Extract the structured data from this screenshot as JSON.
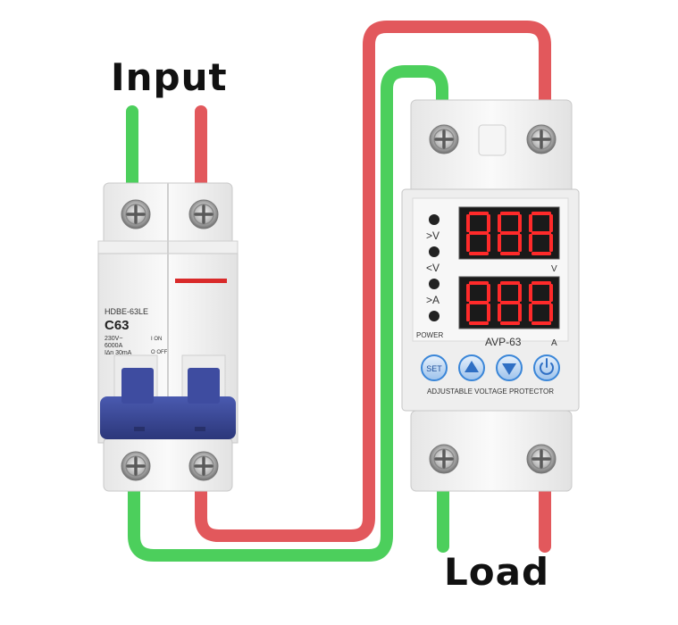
{
  "labels": {
    "input": "Input",
    "load": "Load"
  },
  "breaker": {
    "model": "HDBE-63LE",
    "rating": "C63",
    "spec_line1": "230V~",
    "spec_line2": "6000A",
    "spec_line3": "I∆n 30mA",
    "on_label": "I ON",
    "off_label": "O OFF"
  },
  "protector": {
    "indicators": [
      "",
      ">V",
      "<V",
      ">A",
      ""
    ],
    "power_label": "POWER",
    "display_top": "888",
    "display_bottom": "888",
    "unit_top": "V",
    "unit_bottom": "A",
    "model": "AVP-63",
    "set_button": "SET",
    "footer": "ADJUSTABLE VOLTAGE PROTECTOR"
  },
  "colors": {
    "wire_live": "#e2585c",
    "wire_neutral": "#4ccf5c",
    "handle": "#3c4a9a",
    "led": "#ff2a2a",
    "button": "#3a86d8"
  },
  "icons": {
    "up": "triangle-up-icon",
    "down": "triangle-down-icon",
    "power": "power-icon",
    "screw": "screw-icon"
  }
}
